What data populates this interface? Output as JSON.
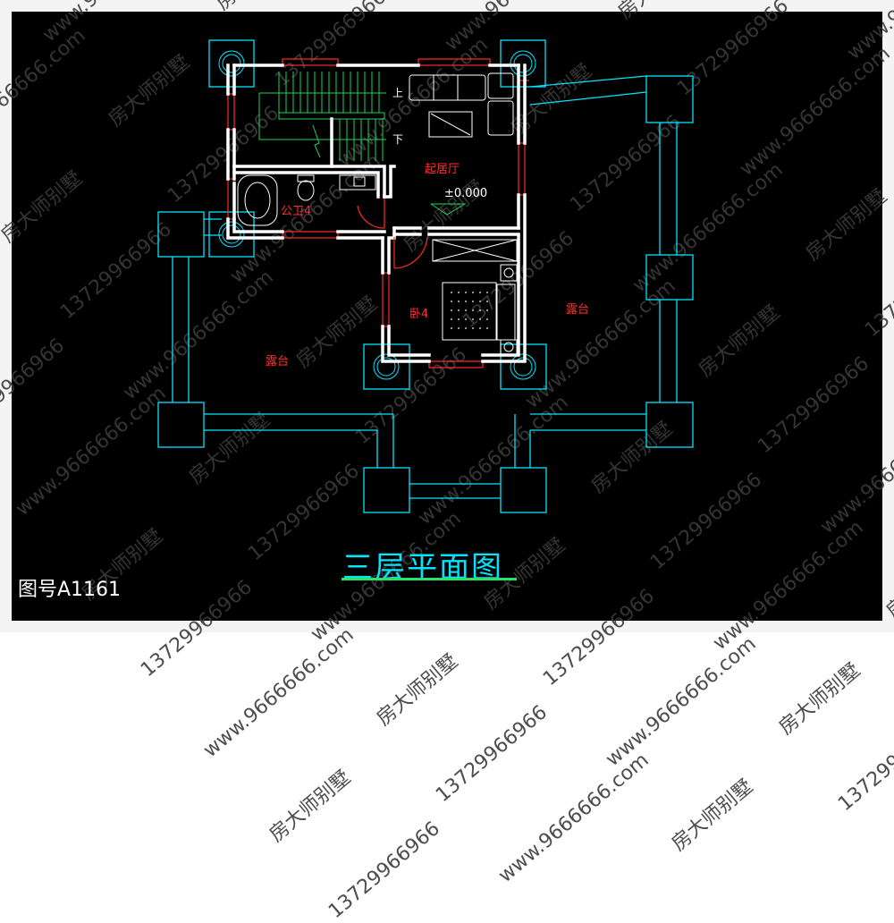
{
  "title": "三层平面图",
  "drawing_number": "图号A1161",
  "rooms": {
    "living_room": "起居厅",
    "bathroom": "公卫4",
    "bedroom": "卧4",
    "terrace_left": "露台",
    "terrace_right": "露台"
  },
  "annotations": {
    "elevation": "±0.000",
    "stair_up": "上",
    "stair_down": "下"
  },
  "watermark": {
    "brand": "房大师别墅",
    "phone": "13729966966",
    "site": "www.9666666.com"
  },
  "colors": {
    "background": "#000000",
    "walls": "#ffffff",
    "columns": "#00e5ff",
    "windows": "#ff2a2a",
    "stairs": "#1fd15a",
    "title": "#00e5ff",
    "underline": "#27e36a"
  }
}
